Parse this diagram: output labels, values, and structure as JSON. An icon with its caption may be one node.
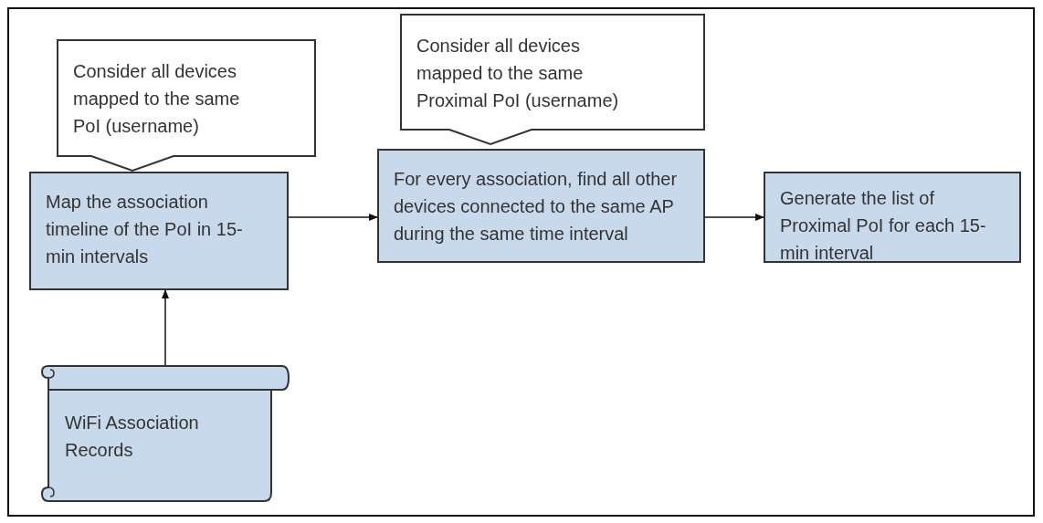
{
  "diagram": {
    "nodes": [
      {
        "text": [
          "Consider all devices mapped to the same PoI (username)"
        ]
      },
      {
        "text": [
          "Map the association timeline of the PoI in 15-min intervals"
        ]
      },
      {
        "text": [
          "Consider all devices mapped to the same Proximal PoI (username)"
        ]
      },
      {
        "text": [
          "For every association, find all other devices connected to the same AP during the same time interval"
        ]
      },
      {
        "text": [
          "Generate the list of Proximal PoI for each 15-min interval"
        ]
      },
      {
        "text": [
          "WiFi Association Records"
        ]
      }
    ],
    "edges": [
      {
        "from": 5,
        "to": 1,
        "arrow": "to"
      },
      {
        "from": 1,
        "to": 3,
        "arrow": "to"
      },
      {
        "from": 3,
        "to": 4,
        "arrow": "to"
      }
    ]
  }
}
